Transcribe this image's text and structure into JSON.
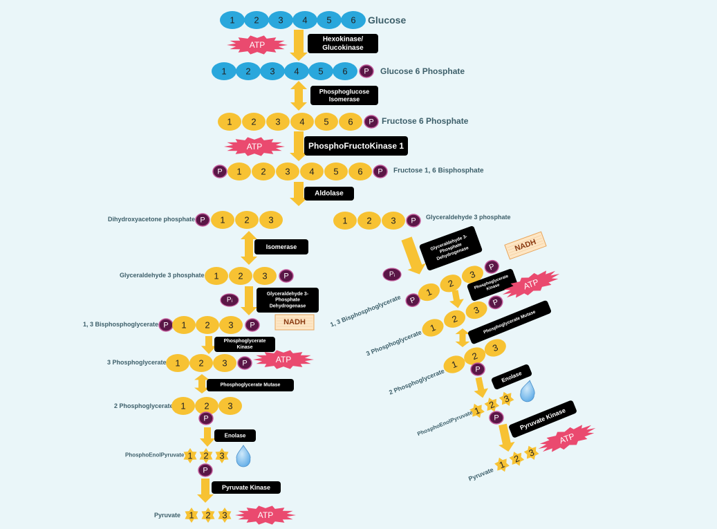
{
  "colors": {
    "background": "#eaf6f9",
    "glucose_bead": "#2aa7dc",
    "carbon_bead": "#f7c233",
    "phosphate": "#5a1646",
    "arrow": "#f7c233",
    "enzyme_box": "#000000",
    "atp_badge": "#ea4a6f",
    "nadh_box": "#fde6c4",
    "label": "#3d5f6a"
  },
  "tokens": {
    "phosphate": "P",
    "inorganic_phosphate": "Pᵢ",
    "atp": "ATP",
    "nadh": "NADH"
  },
  "compounds": {
    "glucose": "Glucose",
    "g6p": "Glucose 6 Phosphate",
    "f6p": "Fructose 6 Phosphate",
    "f16bp": "Fructose 1, 6  Bisphosphate",
    "dhap": "Dihydroxyacetone phosphate",
    "g3p_right": "Glyceraldehyde 3 phosphate",
    "g3p_left": "Glyceraldehyde 3 phosphate",
    "bpg": "1, 3 Bisphosphoglycerate",
    "pg3": "3 Phosphoglycerate",
    "pg2": "2 Phosphoglycerate",
    "pep": "PhosphoEnolPyruvate",
    "pyruvate": "Pyruvate"
  },
  "enzymes": {
    "hexokinase": [
      "Hexokinase/",
      "Glucokinase"
    ],
    "pgi": [
      "Phosphoglucose",
      "Isomerase"
    ],
    "pfk": [
      "PhosphoFructoKinase 1"
    ],
    "aldolase": [
      "Aldolase"
    ],
    "isomerase": [
      "Isomerase"
    ],
    "gapdh": [
      "Glyceraldehyde 3-",
      "Phosphate",
      "Dehydrogenase"
    ],
    "pgk": [
      "Phosphoglycerate",
      "Kinase"
    ],
    "pgm": [
      "Phosphoglycerate Mutase"
    ],
    "enolase": [
      "Enolase"
    ],
    "pk": [
      "Pyruvate Kinase"
    ]
  },
  "carbons": {
    "six": [
      "1",
      "2",
      "3",
      "4",
      "5",
      "6"
    ],
    "three": [
      "1",
      "2",
      "3"
    ]
  }
}
